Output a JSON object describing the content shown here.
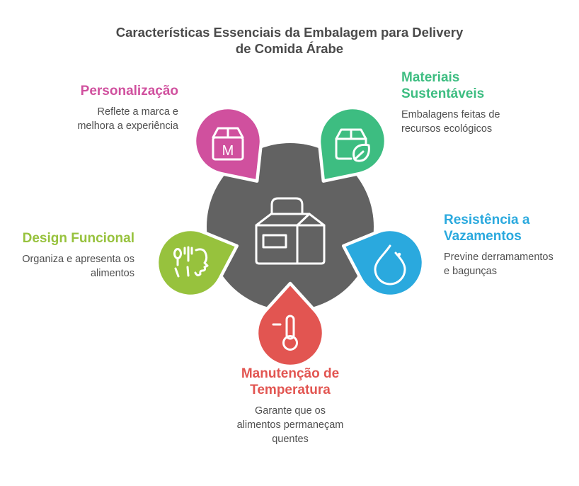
{
  "title": "Características Essenciais da Embalagem para Delivery\nde Comida Árabe",
  "center": {
    "icon": "food-carton-icon",
    "color": "#626262"
  },
  "sections": [
    {
      "id": "personalizacao",
      "heading": "Personalização",
      "body": "Reflete a marca e\nmelhora a experiência",
      "color": "#d0509e",
      "icon": "branded-box-icon",
      "icon_letter": "M"
    },
    {
      "id": "materiais-sustentaveis",
      "heading": "Materiais\nSustentáveis",
      "body": "Embalagens feitas de\nrecursos ecológicos",
      "color": "#3dbd81",
      "icon": "eco-box-leaf-icon"
    },
    {
      "id": "resistencia-a-vazamentos",
      "heading": "Resistência a\nVazamentos",
      "body": "Previne derramamentos\ne bagunças",
      "color": "#2aa9de",
      "icon": "water-drop-icon"
    },
    {
      "id": "design-funcional",
      "heading": "Design Funcional",
      "body": "Organiza e apresenta os\nalimentos",
      "color": "#97c23d",
      "icon": "utensils-face-icon"
    },
    {
      "id": "manutencao-de-temperatura",
      "heading": "Manutenção de\nTemperatura",
      "body": "Garante que os\nalimentos permaneçam\nquentes",
      "color": "#e25551",
      "icon": "thermometer-icon"
    }
  ],
  "text_color": "#4a4a4a"
}
